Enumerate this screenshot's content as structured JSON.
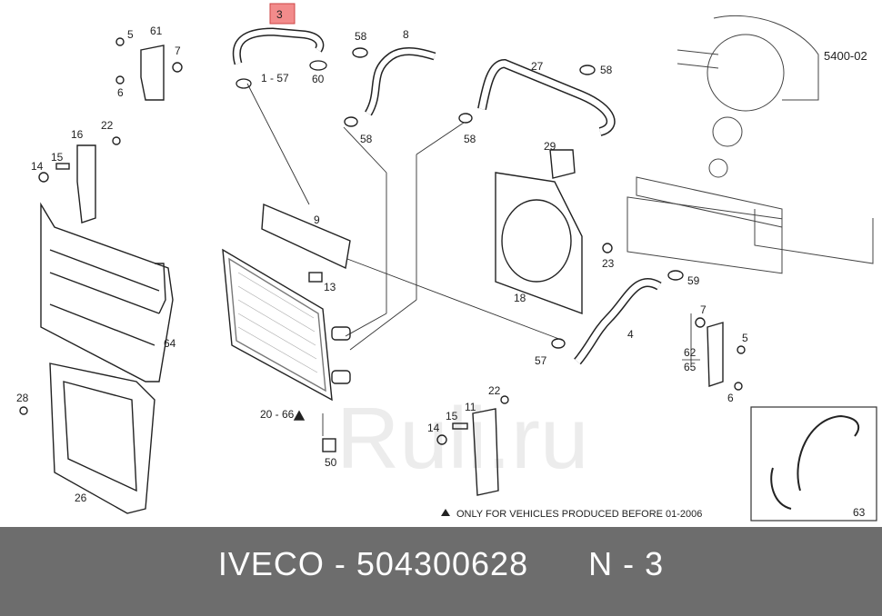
{
  "diagram": {
    "code": "5400-02",
    "note": "ONLY FOR VEHICLES PRODUCED BEFORE 01-2006",
    "watermark": "Ruli.ru",
    "highlight_color": "#f28b8b",
    "callouts": {
      "c3": "3",
      "c1_57": "1 - 57",
      "c60": "60",
      "c5a": "5",
      "c61": "61",
      "c7a": "7",
      "c6a": "6",
      "c58a": "58",
      "c8": "8",
      "c58b": "58",
      "c27": "27",
      "c58c": "58",
      "c58d": "58",
      "c16": "16",
      "c22a": "22",
      "c15a": "15",
      "c14a": "14",
      "c9": "9",
      "c29": "29",
      "c13": "13",
      "c23": "23",
      "c59": "59",
      "c18": "18",
      "c64": "64",
      "c4": "4",
      "c57": "57",
      "c7b": "7",
      "c5b": "5",
      "c62": "62",
      "c65": "65",
      "c6b": "6",
      "c28": "28",
      "c20_66": "20 - 66",
      "c22b": "22",
      "c11": "11",
      "c15b": "15",
      "c14b": "14",
      "c50": "50",
      "c26": "26",
      "c63": "63"
    }
  },
  "footer": {
    "caption": "IVECO - 504300628      N - 3"
  }
}
